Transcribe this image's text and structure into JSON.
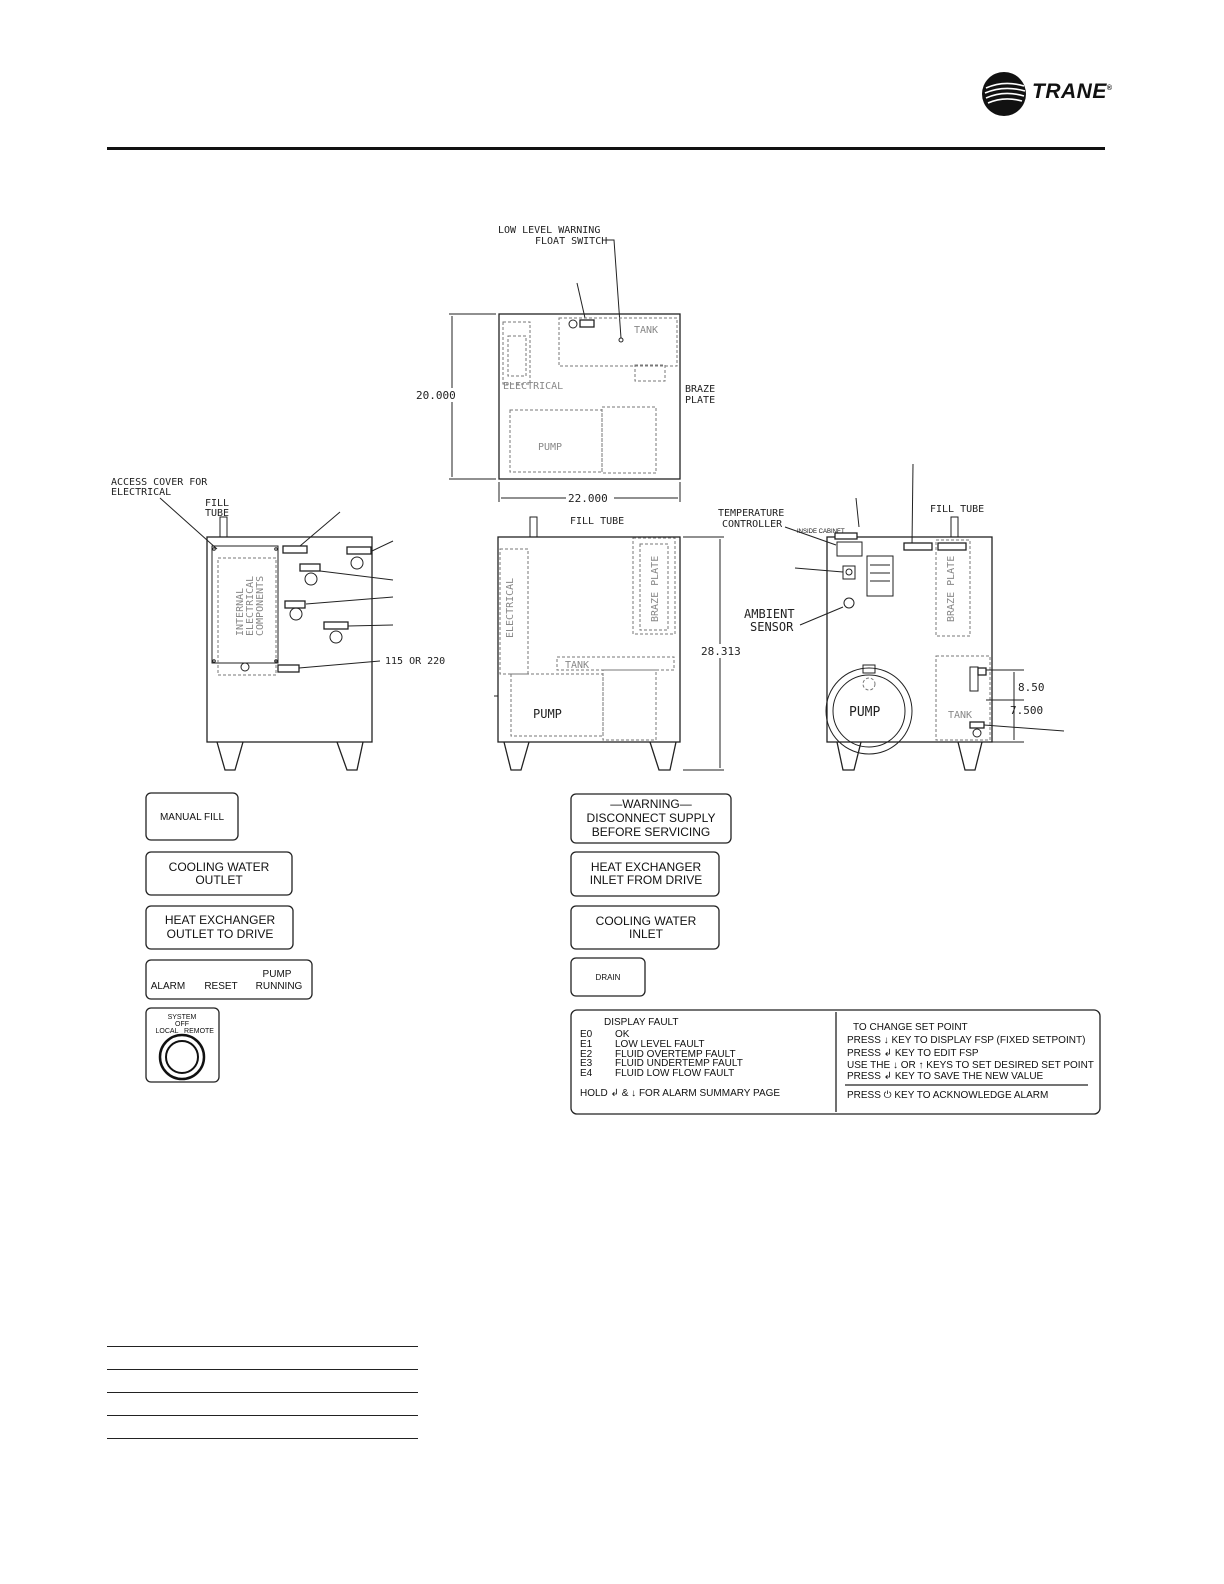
{
  "brand": {
    "name": "TRANE",
    "mark": "®"
  },
  "top_view": {
    "callout_float": [
      "LOW LEVEL WARNING",
      "FLOAT SWITCH"
    ],
    "tank": "TANK",
    "electrical": "ELECTRICAL",
    "braze_plate": [
      "BRAZE",
      "PLATE"
    ],
    "pump": "PUMP",
    "dim_height": "20.000",
    "dim_width": "22.000"
  },
  "left_view": {
    "callout_access": [
      "ACCESS COVER FOR",
      "ELECTRICAL"
    ],
    "fill_tube": [
      "FILL",
      "TUBE"
    ],
    "internal": [
      "INTERNAL",
      "ELECTRICAL",
      "COMPONENTS"
    ],
    "power": "115 OR 220"
  },
  "front_view": {
    "fill_tube": "FILL TUBE",
    "electrical": "ELECTRICAL",
    "braze_plate": "BRAZE PLATE",
    "tank": "TANK",
    "pump": "PUMP",
    "dim_height": "28.313"
  },
  "right_view": {
    "temp_controller": [
      "TEMPERATURE",
      "CONTROLLER"
    ],
    "inside_cabinet": "INSIDE CABINET",
    "fill_tube": "FILL TUBE",
    "braze_plate": "BRAZE PLATE",
    "ambient": [
      "AMBIENT",
      "SENSOR"
    ],
    "pump": "PUMP",
    "tank": "TANK",
    "dim_a": "8.50",
    "dim_b": "7.500"
  },
  "labels": {
    "manual_fill": "MANUAL FILL",
    "cooling_outlet": [
      "COOLING WATER",
      "OUTLET"
    ],
    "hx_outlet": [
      "HEAT EXCHANGER",
      "OUTLET TO DRIVE"
    ],
    "alarm": "ALARM",
    "reset": "RESET",
    "pump_running": [
      "PUMP",
      "RUNNING"
    ],
    "system": [
      "SYSTEM",
      "OFF"
    ],
    "local": "LOCAL",
    "remote": "REMOTE",
    "warning": [
      "—WARNING—",
      "DISCONNECT SUPPLY",
      "BEFORE SERVICING"
    ],
    "hx_inlet": [
      "HEAT EXCHANGER",
      "INLET FROM DRIVE"
    ],
    "cooling_inlet": [
      "COOLING WATER",
      "INLET"
    ],
    "drain": "DRAIN"
  },
  "fault_panel": {
    "title": "DISPLAY FAULT",
    "codes": [
      {
        "code": "E0",
        "text": "OK"
      },
      {
        "code": "E1",
        "text": "LOW LEVEL FAULT"
      },
      {
        "code": "E2",
        "text": "FLUID OVERTEMP FAULT"
      },
      {
        "code": "E3",
        "text": "FLUID UNDERTEMP FAULT"
      },
      {
        "code": "E4",
        "text": "FLUID LOW FLOW FAULT"
      }
    ],
    "hold": "HOLD ↲ & ↓ FOR ALARM SUMMARY PAGE",
    "setpoint_title": "TO CHANGE SET POINT",
    "setpoint_steps": [
      "PRESS ↓ KEY TO DISPLAY FSP (FIXED SETPOINT)",
      "PRESS ↲ KEY TO EDIT FSP",
      "USE THE ↓ OR ↑ KEYS TO SET DESIRED SET POINT",
      "PRESS ↲ KEY TO SAVE THE NEW VALUE"
    ],
    "ack": "PRESS ⏻ KEY TO ACKNOWLEDGE ALARM"
  }
}
